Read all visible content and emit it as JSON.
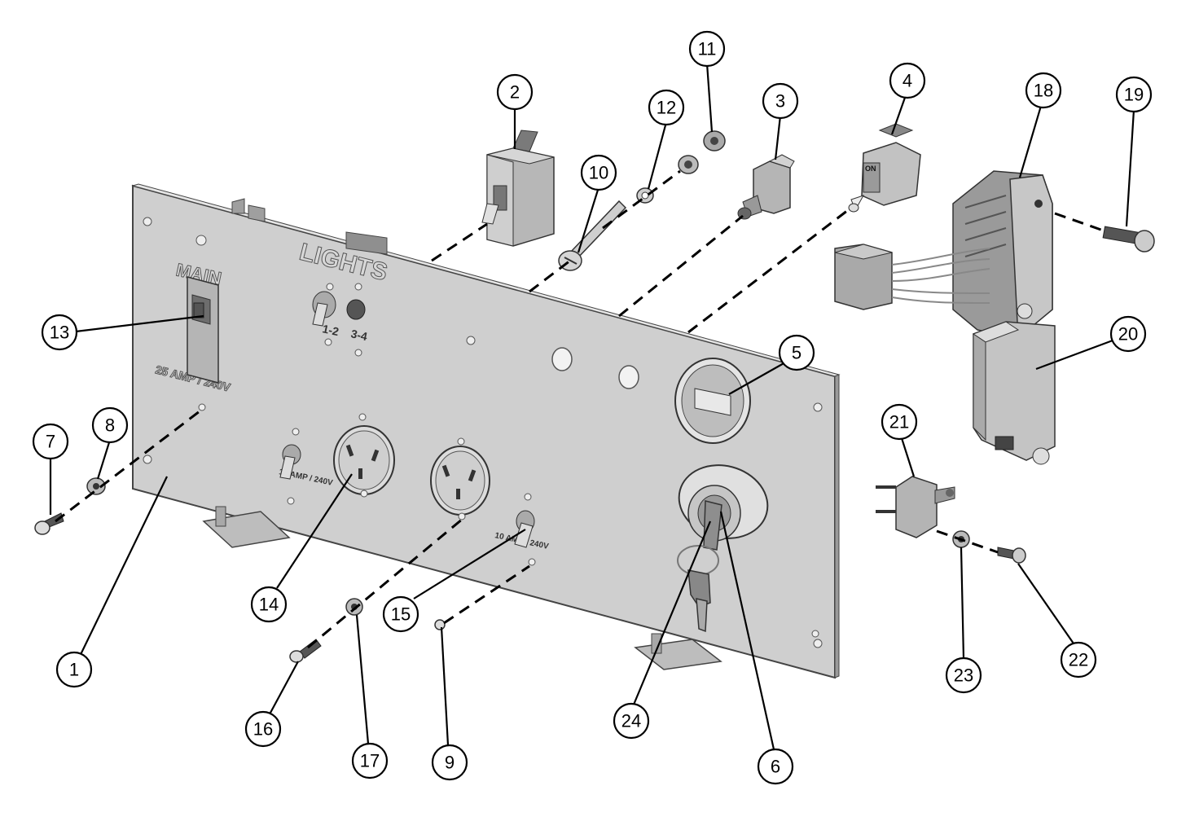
{
  "panel": {
    "main_label": "MAIN",
    "lights_label": "LIGHTS",
    "main_rating": "25 AMP / 240V",
    "lights_1_2": "1-2",
    "lights_3_4": "3-4",
    "outlet_rating_left": "10 AMP / 240V",
    "outlet_rating_right": "10 AMP / 240V",
    "toggle_on": "ON"
  },
  "callouts": [
    "1",
    "2",
    "3",
    "4",
    "5",
    "6",
    "7",
    "8",
    "9",
    "10",
    "11",
    "12",
    "13",
    "14",
    "15",
    "16",
    "17",
    "18",
    "19",
    "20",
    "21",
    "22",
    "23",
    "24"
  ]
}
